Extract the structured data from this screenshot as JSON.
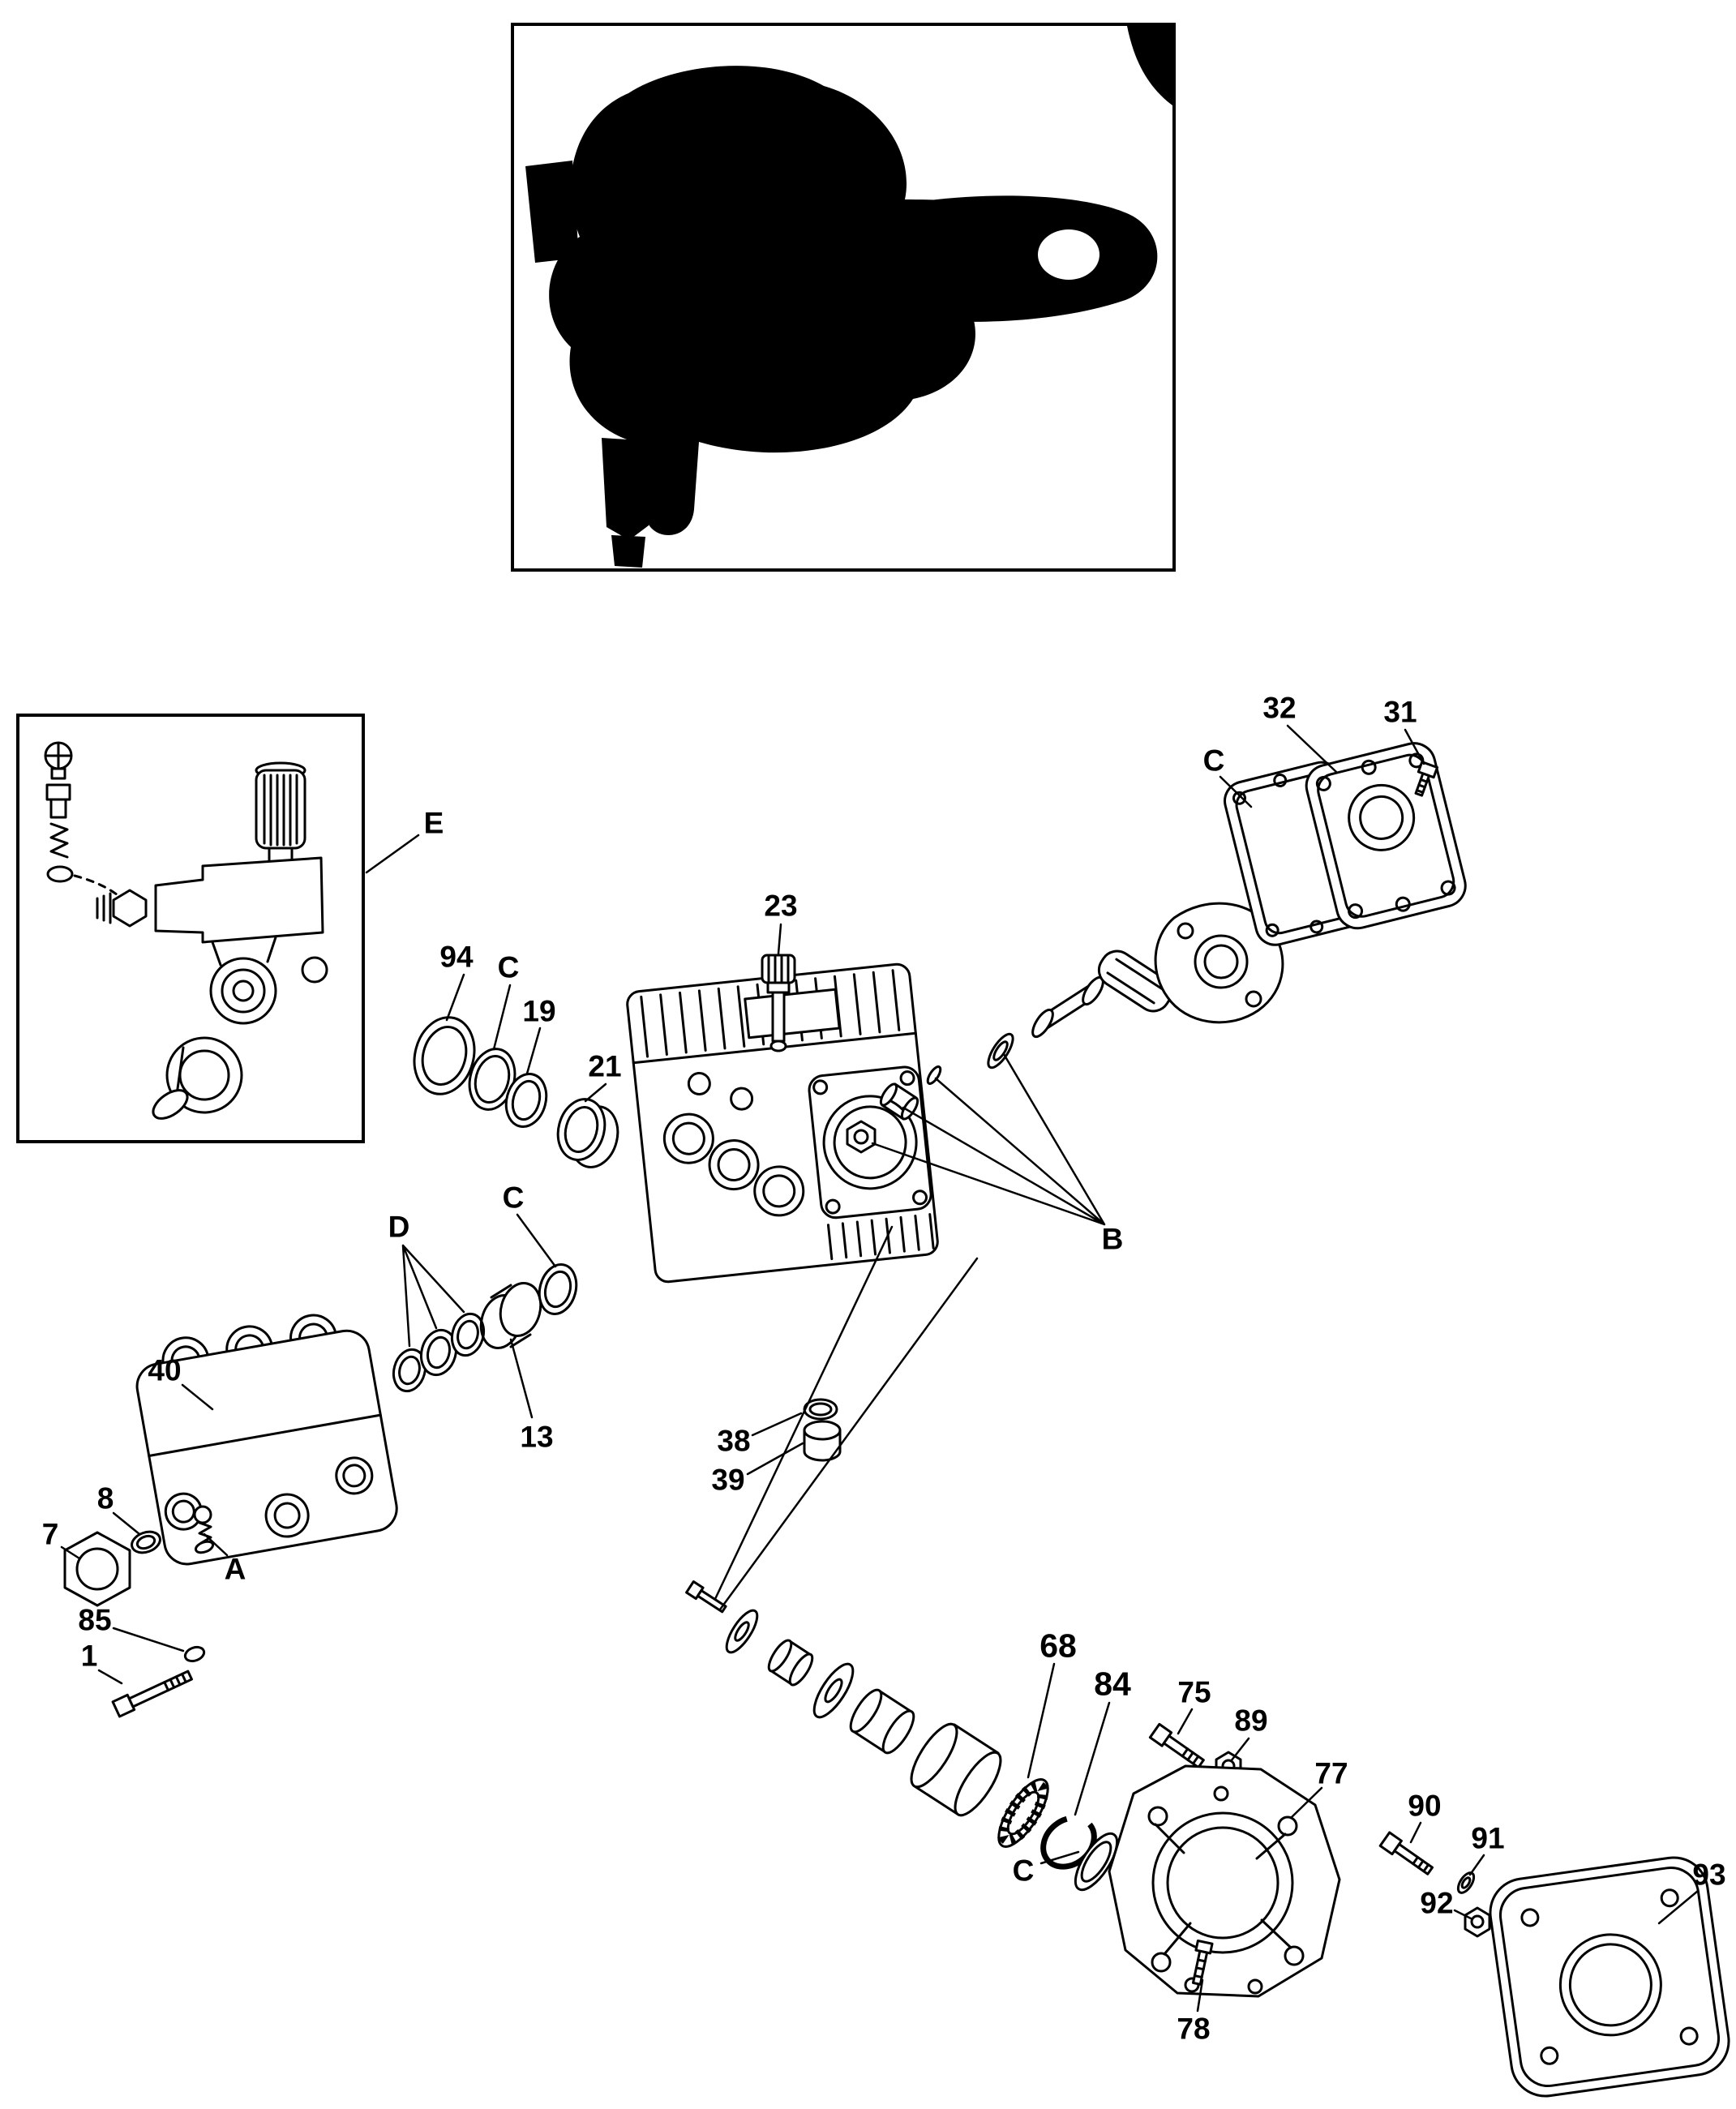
{
  "colors": {
    "ink": "#000000",
    "paper": "#ffffff"
  },
  "callouts": [
    {
      "label": "32"
    },
    {
      "label": "31"
    },
    {
      "label": "C"
    },
    {
      "label": "E"
    },
    {
      "label": "23"
    },
    {
      "label": "94"
    },
    {
      "label": "C"
    },
    {
      "label": "19"
    },
    {
      "label": "21"
    },
    {
      "label": "D"
    },
    {
      "label": "C"
    },
    {
      "label": "B"
    },
    {
      "label": "40"
    },
    {
      "label": "13"
    },
    {
      "label": "38"
    },
    {
      "label": "39"
    },
    {
      "label": "8"
    },
    {
      "label": "7"
    },
    {
      "label": "A"
    },
    {
      "label": "85"
    },
    {
      "label": "1"
    },
    {
      "label": "68"
    },
    {
      "label": "84"
    },
    {
      "label": "75"
    },
    {
      "label": "89"
    },
    {
      "label": "77"
    },
    {
      "label": "90"
    },
    {
      "label": "91"
    },
    {
      "label": "C"
    },
    {
      "label": "92"
    },
    {
      "label": "93"
    },
    {
      "label": "78"
    }
  ]
}
